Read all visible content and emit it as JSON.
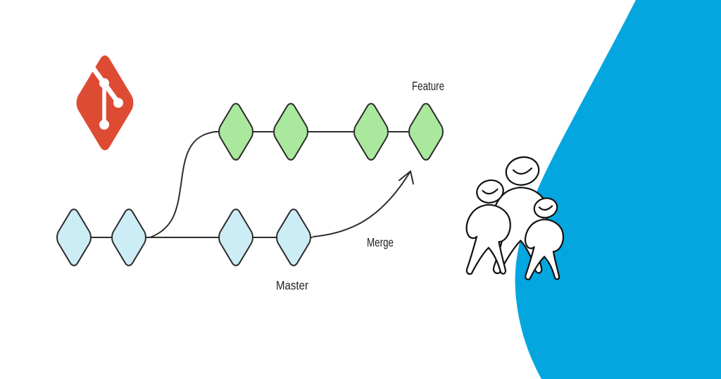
{
  "colors": {
    "background": "#ffffff",
    "git_orange": "#dd4b32",
    "outline": "#2d2d2d",
    "ink": "#111111",
    "feature_fill": "#a9e89d",
    "master_fill": "#cdedf6",
    "blob_blue": "#04a6e0",
    "text": "#222222"
  },
  "diagram": {
    "type": "git-branch-diagram",
    "branches": [
      {
        "name": "Feature",
        "commits": 4,
        "fill_key": "feature_fill"
      },
      {
        "name": "Master",
        "commits": 4,
        "fill_key": "master_fill"
      }
    ],
    "merge": {
      "label": "Merge",
      "from": "Master",
      "to": "Feature"
    }
  },
  "icons": {
    "git_logo": "git-logo",
    "team": "three-people-teamwork-illustration"
  }
}
